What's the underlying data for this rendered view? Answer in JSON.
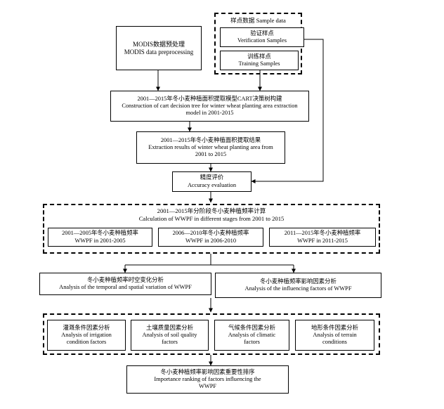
{
  "sample_group": {
    "title": "样点数据 Sample data"
  },
  "modis": {
    "zh": "MODIS数据预处理",
    "en": "MODIS data preprocessing"
  },
  "verification": {
    "zh": "验证样点",
    "en": "Verification Samples"
  },
  "training": {
    "zh": "训练样点",
    "en": "Training Samples"
  },
  "cart": {
    "zh": "2001—2015年冬小麦种植面积提取模型CART决策树构建",
    "en1": "Construction of cart decision tree for winter wheat planting area extraction",
    "en2": "model in 2001-2015"
  },
  "extraction": {
    "zh": "2001—2015年冬小麦种植面积提取结果",
    "en1": "Extraction results of winter wheat planting area from",
    "en2": "2001 to 2015"
  },
  "accuracy": {
    "zh": "精度评价",
    "en": "Accuracy evaluation"
  },
  "wwpf_group": {
    "zh": "2001—2015年分阶段冬小麦种植频率计算",
    "en": "Calculation of  WWPF in different stages from 2001 to 2015"
  },
  "stages": [
    {
      "zh": "2001—2005年冬小麦种植频率",
      "en": "WWPF in 2001-2005"
    },
    {
      "zh": "2006—2010年冬小麦种植频率",
      "en": "WWPF in 2006-2010"
    },
    {
      "zh": "2011—2015年冬小麦种植频率",
      "en": "WWPF in 2011-2015"
    }
  ],
  "temporal": {
    "zh": "冬小麦种植频率时空变化分析",
    "en": "Analysis of the temporal and spatial variation of WWPF"
  },
  "influencing": {
    "zh": "冬小麦种植频率影响因素分析",
    "en": "Analysis of the influencing factors of WWPF"
  },
  "factors": [
    {
      "zh": "灌溉条件因素分析",
      "en1": "Analysis of irrigation",
      "en2": "condition factors"
    },
    {
      "zh": "土壤质量因素分析",
      "en1": "Analysis of soil quality",
      "en2": "factors"
    },
    {
      "zh": "气候条件因素分析",
      "en1": "Analysis of climatic",
      "en2": "factors"
    },
    {
      "zh": "地形条件因素分析",
      "en1": "Analysis of terrain",
      "en2": "conditions"
    }
  ],
  "ranking": {
    "zh": "冬小麦种植频率影响因素重要性排序",
    "en1": "Importance ranking of factors influencing the",
    "en2": "WWPF"
  }
}
